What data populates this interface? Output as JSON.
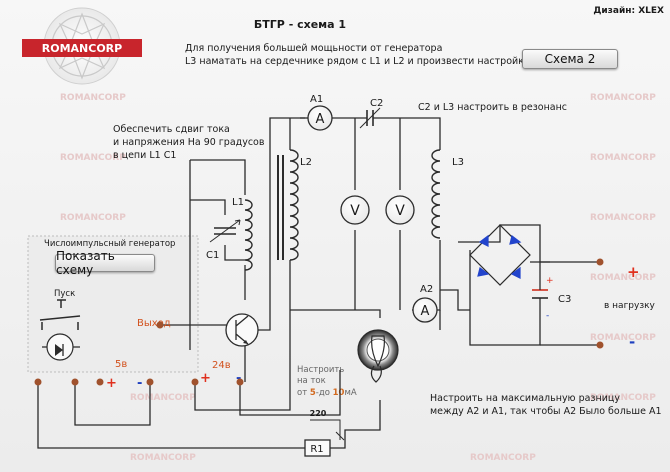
{
  "header": {
    "title": "БТГР - схема 1",
    "designer": "Дизайн: XLEX",
    "logo_text": "ROMANCORP",
    "instruction_line1": "Для получения большей мощьности от генератора",
    "instruction_line2": "L3 наматать на сердечнике рядом с L1 и L2 и произвести настройку"
  },
  "buttons": {
    "scheme2": "Схема 2",
    "show_scheme": "Показать схему"
  },
  "notes": {
    "phase_line1": "Обеспечить сдвиг тока",
    "phase_line2": "и напряжения На 90 градусов",
    "phase_line3": "в цепи L1 C1",
    "resonance": "C2 и L3 настроить в резонанс",
    "tune_line1": "Настроить на максимальную разницу",
    "tune_line2": "между A2 и A1, так чтобы A2 Было больше A1",
    "current_line1": "Настроить",
    "current_line2": "на ток",
    "current_line3_pre": "от ",
    "current_min": "5",
    "current_mid": "-до ",
    "current_max": "10",
    "current_unit": "мА",
    "load": "в нагрузку"
  },
  "pulse_generator": {
    "title": "Числоимпульсный генератор",
    "start_label": "Пуск",
    "voltage_label": "5в",
    "plus": "+",
    "minus": "-"
  },
  "labels": {
    "L1": "L1",
    "L2": "L2",
    "L3": "L3",
    "C1": "C1",
    "C2": "C2",
    "C3": "C3",
    "A1": "A1",
    "A2": "A2",
    "A": "A",
    "V": "V",
    "R1": "R1",
    "R1_value": "220",
    "output": "Выход",
    "supply": "24в",
    "plus": "+",
    "minus": "-"
  },
  "watermark": "ROMANCORP",
  "colors": {
    "accent": "#c8252c",
    "wire": "#2b2b2b",
    "node": "#a0522d",
    "plus": "#e0301e",
    "minus": "#1d3fbf",
    "diode": "#2244cc"
  }
}
